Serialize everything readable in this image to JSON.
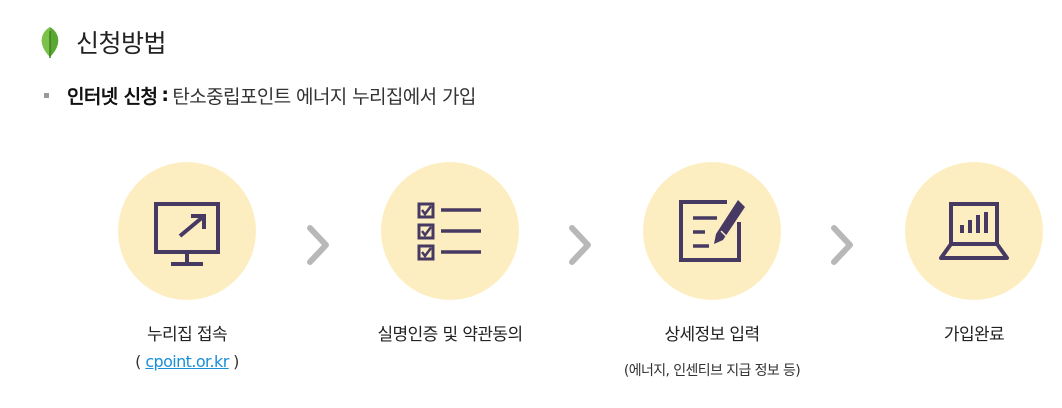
{
  "section": {
    "title": "신청방법",
    "icon": "leaf-icon",
    "icon_color": "#5aa832"
  },
  "application": {
    "label": "인터넷 신청",
    "separator": ":",
    "description": "탄소중립포인트 에너지 누리집에서 가입"
  },
  "colors": {
    "circle_background": "#fdeec2",
    "icon_stroke": "#463a63",
    "arrow": "#b8b8b8",
    "link": "#1a8fd8"
  },
  "steps": [
    {
      "icon": "monitor-arrow-icon",
      "label": "누리집 접속",
      "sub": {
        "open": "( ",
        "link_parts": [
          "cpoint",
          ".",
          "or",
          ".",
          "kr"
        ],
        "close": " )"
      }
    },
    {
      "icon": "checklist-icon",
      "label": "실명인증 및 약관동의"
    },
    {
      "icon": "document-pen-icon",
      "label": "상세정보 입력",
      "sub_text": "(에너지, 인센티브 지급 정보 등)"
    },
    {
      "icon": "laptop-chart-icon",
      "label": "가입완료"
    }
  ],
  "arrows": [
    "chevron-right-icon",
    "chevron-right-icon",
    "chevron-right-icon"
  ]
}
